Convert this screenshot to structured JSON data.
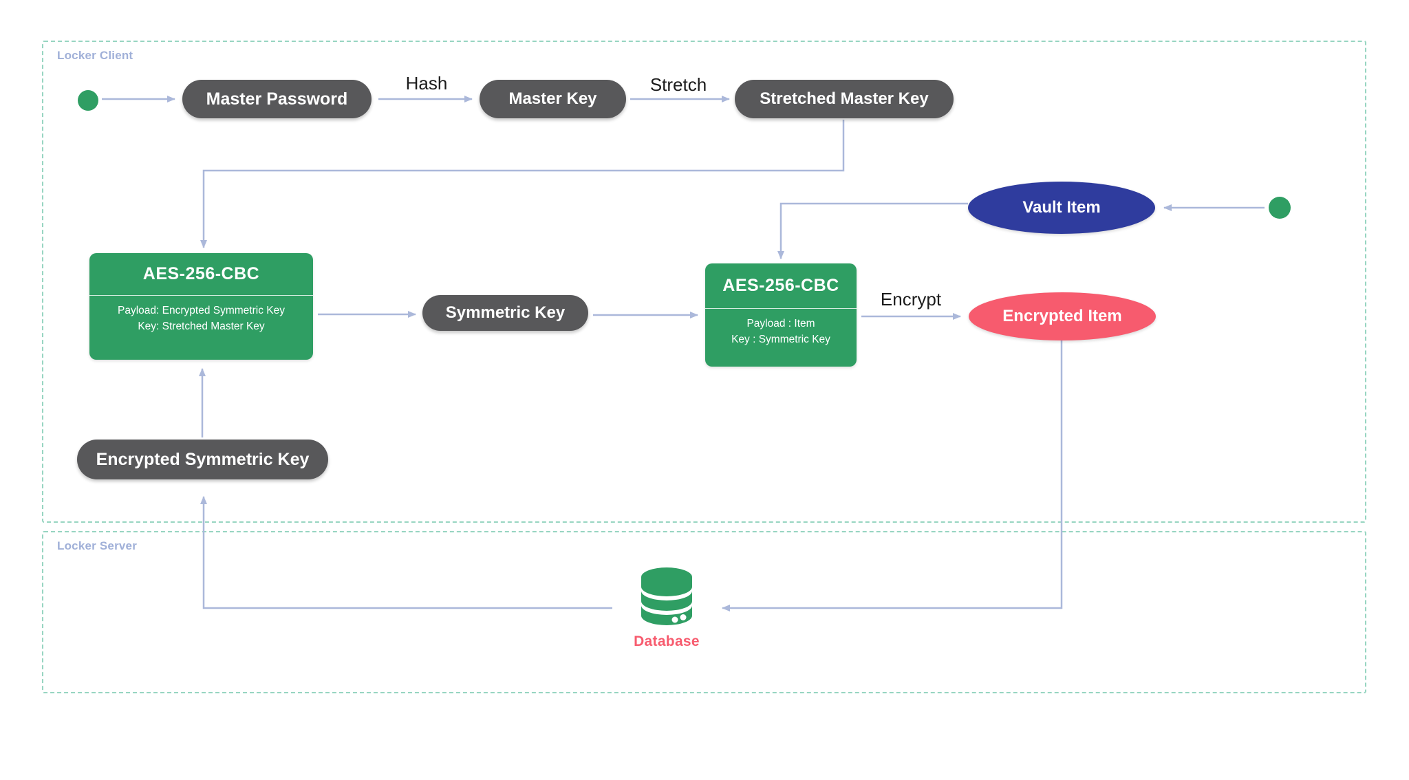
{
  "diagram": {
    "containers": {
      "client": {
        "label": "Locker Client"
      },
      "server": {
        "label": "Locker Server"
      }
    },
    "nodes": {
      "master_password": {
        "label": "Master Password"
      },
      "master_key": {
        "label": "Master Key"
      },
      "stretched_master_key": {
        "label": "Stretched Master Key"
      },
      "vault_item": {
        "label": "Vault Item"
      },
      "aes_left": {
        "title": "AES-256-CBC",
        "payload": "Payload: Encrypted Symmetric Key",
        "key": "Key: Stretched Master Key"
      },
      "symmetric_key": {
        "label": "Symmetric Key"
      },
      "aes_right": {
        "title": "AES-256-CBC",
        "payload": "Payload : Item",
        "key": "Key : Symmetric Key"
      },
      "encrypted_item": {
        "label": "Encrypted Item"
      },
      "encrypted_symmetric_key": {
        "label": "Encrypted Symmetric Key"
      },
      "database": {
        "label": "Database"
      }
    },
    "edge_labels": {
      "hash": "Hash",
      "stretch": "Stretch",
      "encrypt": "Encrypt"
    },
    "colors": {
      "green": "#2f9e63",
      "dark": "#58585a",
      "indigo": "#2f3c9e",
      "pink": "#f75b6e",
      "arrow": "#abb8da",
      "dash": "#97d5c1",
      "frame_label": "#a0b0d8",
      "edge_label": "#1c1c1c"
    }
  }
}
